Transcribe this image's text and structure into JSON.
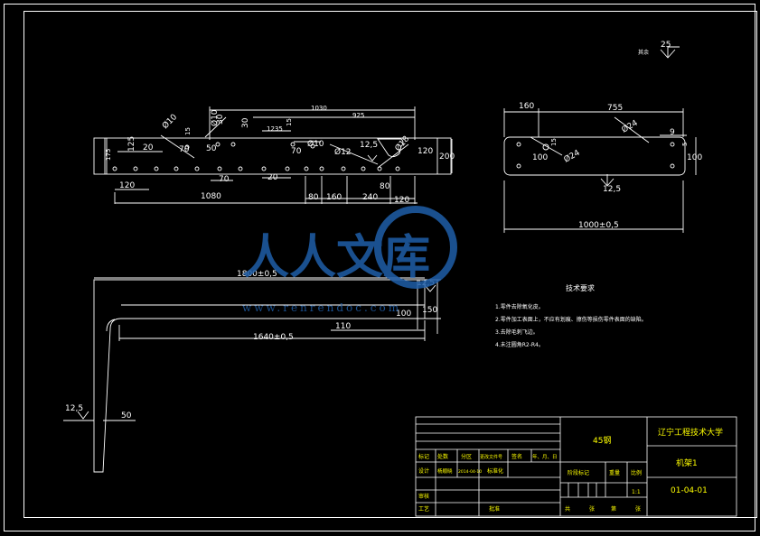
{
  "roughness": {
    "label": "其余",
    "value": "25"
  },
  "top_view": {
    "overall": "1030",
    "span": "925",
    "d1": "30",
    "d2": "15",
    "d3": "15",
    "d4": "30",
    "d5": "1235",
    "dia_a": "Ø10",
    "dia_b": "Ø10",
    "dia_c": "Ø10",
    "dia_d": "Ø12",
    "dia_e": "Ø18",
    "left_h1": "175",
    "left_h2": "125",
    "w20a": "20",
    "w50": "50",
    "w70a": "70",
    "w70b": "70",
    "w20b": "20",
    "rough": "12,5",
    "right_a": "200",
    "right_b": "120",
    "b120": "120",
    "b1080": "1080",
    "b70": "70",
    "b80a": "80",
    "b160": "160",
    "b240": "240",
    "b80b": "80",
    "b120b": "120"
  },
  "right_view": {
    "d160": "160",
    "d755": "755",
    "dia24a": "Ø24",
    "dia24b": "Ø24",
    "d15": "15",
    "d9": "9",
    "d5": "5",
    "d100a": "100",
    "d100b": "100",
    "rough": "12,5",
    "length": "1000±0,5"
  },
  "lower_view": {
    "top_len": "1800±0,5",
    "rough_a": "12,5",
    "h100": "100",
    "h150": "150",
    "d110": "110",
    "inner_len": "1640±0,5",
    "rough_b": "12,5",
    "w50": "50"
  },
  "watermark": {
    "text": "人人文库",
    "url": "www.renrendoc.com"
  },
  "tech_req": {
    "title": "技术要求",
    "items": [
      "1.零件去除氧化皮。",
      "2.零件加工表面上，不应有划痕、擦伤等损伤零件表面的缺陷。",
      "3.去除毛刺飞边。",
      "4.未注圆角R2-R4。"
    ]
  },
  "title_block": {
    "material": "45钢",
    "school": "辽宁工程技术大学",
    "part_name": "机架1",
    "drawing_no": "01-04-01",
    "header_cells": [
      "标记",
      "处数",
      "分区",
      "更改文件号",
      "签名",
      "年、月、日"
    ],
    "design_label": "设计",
    "designer": "杨顺晓",
    "date": "2014-04-10",
    "std_label": "标准化",
    "stage_label": "阶段标记",
    "weight_label": "重量",
    "scale_label": "比例",
    "scale": "1:1",
    "review_label": "审核",
    "process_label": "工艺",
    "approve_label": "批准",
    "sheets": [
      "共",
      "张",
      "第",
      "张"
    ]
  }
}
